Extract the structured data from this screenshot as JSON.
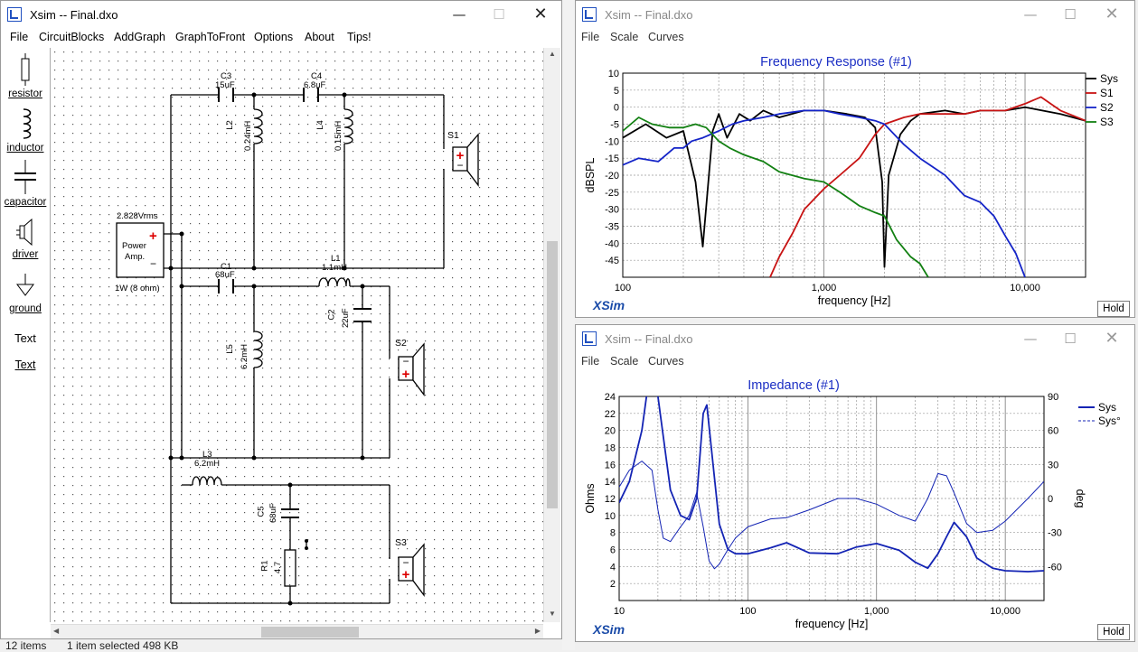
{
  "main_window": {
    "title": "Xsim -- Final.dxo",
    "menu": [
      "File",
      "CircuitBlocks",
      "AddGraph",
      "GraphToFront",
      "Options",
      "About",
      "Tips!"
    ],
    "toolbox": [
      "resistor",
      "inductor",
      "capacitor",
      "driver",
      "ground",
      "Text",
      "Text"
    ],
    "amp": {
      "voltage": "2.828Vrms",
      "name1": "Power",
      "name2": "Amp.",
      "power": "1W (8 ohm)",
      "plus": "+",
      "minus": "−"
    },
    "components": {
      "C3": {
        "ref": "C3",
        "value": "15uF"
      },
      "C4": {
        "ref": "C4",
        "value": "6.8uF"
      },
      "L2": {
        "ref": "L2",
        "value": "0.24mH"
      },
      "L4": {
        "ref": "L4",
        "value": "0.15mH"
      },
      "C1": {
        "ref": "C1",
        "value": "68uF"
      },
      "L1": {
        "ref": "L1",
        "value": "1.1mH"
      },
      "C2": {
        "ref": "C2",
        "value": "22uF"
      },
      "L5": {
        "ref": "L5",
        "value": "6.2mH"
      },
      "L3": {
        "ref": "L3",
        "value": "6.2mH"
      },
      "C5": {
        "ref": "C5",
        "value": "68uF"
      },
      "R1": {
        "ref": "R1",
        "value": "4.7"
      },
      "S1": {
        "ref": "S1"
      },
      "S2": {
        "ref": "S2"
      },
      "S3": {
        "ref": "S3"
      }
    }
  },
  "status_bar": {
    "items": "12 items",
    "selected": "1 item selected  498 KB"
  },
  "fr_window": {
    "title": "Xsim -- Final.dxo",
    "menu": [
      "File",
      "Scale",
      "Curves"
    ],
    "logo": "XSim",
    "hold": "Hold"
  },
  "imp_window": {
    "title": "Xsim -- Final.dxo",
    "menu": [
      "File",
      "Scale",
      "Curves"
    ],
    "logo": "XSim",
    "hold": "Hold"
  },
  "colors": {
    "title_blue": "#1c2fc4",
    "sys": "#000000",
    "s1": "#c81414",
    "s2": "#1424c8",
    "s3": "#128012",
    "imp": "#1424b4"
  },
  "chart_data": [
    {
      "type": "line",
      "title": "Frequency Response (#1)",
      "xlabel": "frequency [Hz]",
      "ylabel": "dBSPL",
      "x_scale": "log",
      "xlim": [
        100,
        20000
      ],
      "ylim": [
        -50,
        10
      ],
      "x_ticks": [
        "100",
        "1,000",
        "10,000"
      ],
      "y_ticks": [
        "10",
        "5",
        "0",
        "-5",
        "-10",
        "-15",
        "-20",
        "-25",
        "-30",
        "-35",
        "-40",
        "-45"
      ],
      "grid": true,
      "legend": "right",
      "series": [
        {
          "name": "Sys",
          "color": "#000000",
          "x": [
            100,
            130,
            165,
            200,
            230,
            250,
            280,
            300,
            330,
            380,
            430,
            500,
            600,
            800,
            1000,
            1300,
            1600,
            1800,
            1950,
            2000,
            2100,
            2400,
            2700,
            3000,
            4000,
            5000,
            6000,
            8000,
            10000,
            15000,
            20000
          ],
          "y": [
            -9,
            -5,
            -9,
            -7,
            -22,
            -41,
            -7,
            -2,
            -9,
            -2,
            -4,
            -1,
            -3,
            -1,
            -1,
            -2,
            -3,
            -6,
            -22,
            -47,
            -20,
            -8,
            -4,
            -2,
            -1,
            -2,
            -1,
            -1,
            0,
            -2,
            -4
          ]
        },
        {
          "name": "S1",
          "color": "#c81414",
          "x": [
            540,
            600,
            700,
            800,
            1000,
            1200,
            1500,
            1800,
            2000,
            2500,
            3000,
            4000,
            5000,
            6000,
            8000,
            10000,
            12000,
            15000,
            20000
          ],
          "y": [
            -50,
            -44,
            -37,
            -30,
            -24,
            -20,
            -15,
            -8,
            -5,
            -3,
            -2,
            -2,
            -2,
            -1,
            -1,
            1,
            3,
            -1,
            -4
          ]
        },
        {
          "name": "S2",
          "color": "#1424c8",
          "x": [
            100,
            120,
            150,
            180,
            200,
            220,
            250,
            300,
            350,
            400,
            500,
            600,
            800,
            1000,
            1200,
            1500,
            1800,
            2000,
            2500,
            3000,
            4000,
            5000,
            6000,
            7000,
            8000,
            9000,
            10000
          ],
          "y": [
            -17,
            -15,
            -16,
            -12,
            -12,
            -10,
            -9,
            -7,
            -5,
            -4,
            -3,
            -2,
            -1,
            -1,
            -2,
            -3,
            -4,
            -5,
            -11,
            -15,
            -20,
            -26,
            -28,
            -32,
            -38,
            -43,
            -50
          ]
        },
        {
          "name": "S3",
          "color": "#128012",
          "x": [
            100,
            120,
            140,
            170,
            200,
            230,
            260,
            300,
            340,
            400,
            500,
            600,
            800,
            1000,
            1200,
            1500,
            1800,
            2000,
            2300,
            2700,
            3000,
            3300
          ],
          "y": [
            -7,
            -3,
            -5,
            -6,
            -6,
            -5,
            -6,
            -10,
            -12,
            -14,
            -16,
            -19,
            -21,
            -22,
            -25,
            -29,
            -31,
            -32,
            -39,
            -44,
            -46,
            -50
          ]
        }
      ]
    },
    {
      "type": "line",
      "title": "Impedance (#1)",
      "xlabel": "frequency [Hz]",
      "ylabel": "Ohms",
      "ylabel2": "deg",
      "x_scale": "log",
      "xlim": [
        10,
        20000
      ],
      "ylim": [
        0,
        24
      ],
      "ylim2": [
        -90,
        90
      ],
      "x_ticks": [
        "10",
        "100",
        "1,000",
        "10,000"
      ],
      "y_ticks": [
        "24",
        "22",
        "20",
        "18",
        "16",
        "14",
        "12",
        "10",
        "8",
        "6",
        "4",
        "2"
      ],
      "y2_ticks": [
        "90",
        "60",
        "30",
        "0",
        "-30",
        "-60"
      ],
      "grid": true,
      "legend": "top-right",
      "series": [
        {
          "name": "Sys",
          "color": "#1424b4",
          "axis": "left",
          "x": [
            10,
            12,
            15,
            17,
            20,
            25,
            30,
            35,
            40,
            45,
            48,
            52,
            60,
            70,
            80,
            100,
            150,
            200,
            300,
            500,
            700,
            1000,
            1500,
            2000,
            2500,
            3000,
            3500,
            4000,
            5000,
            6000,
            8000,
            10000,
            15000,
            20000
          ],
          "y": [
            11.5,
            14,
            20,
            26,
            24,
            13,
            10,
            9.5,
            12,
            22,
            23,
            18,
            9,
            6,
            5.5,
            5.5,
            6.2,
            6.8,
            5.6,
            5.5,
            6.3,
            6.7,
            5.9,
            4.5,
            3.8,
            5.5,
            7.5,
            9.2,
            7.5,
            5,
            3.8,
            3.5,
            3.4,
            3.5
          ]
        },
        {
          "name": "Sys°",
          "color": "#1424b4",
          "axis": "right",
          "style": "dashed",
          "x": [
            10,
            12,
            15,
            18,
            20,
            22,
            25,
            30,
            35,
            40,
            45,
            50,
            55,
            60,
            70,
            80,
            100,
            150,
            200,
            300,
            500,
            700,
            1000,
            1500,
            2000,
            2500,
            3000,
            3500,
            4000,
            5000,
            6000,
            8000,
            10000,
            15000,
            20000
          ],
          "y": [
            10,
            25,
            33,
            25,
            -10,
            -35,
            -38,
            -25,
            -15,
            5,
            -25,
            -55,
            -62,
            -58,
            -45,
            -35,
            -25,
            -18,
            -17,
            -10,
            0,
            0,
            -5,
            -15,
            -20,
            0,
            22,
            20,
            5,
            -22,
            -30,
            -28,
            -20,
            0,
            15
          ]
        }
      ]
    }
  ]
}
